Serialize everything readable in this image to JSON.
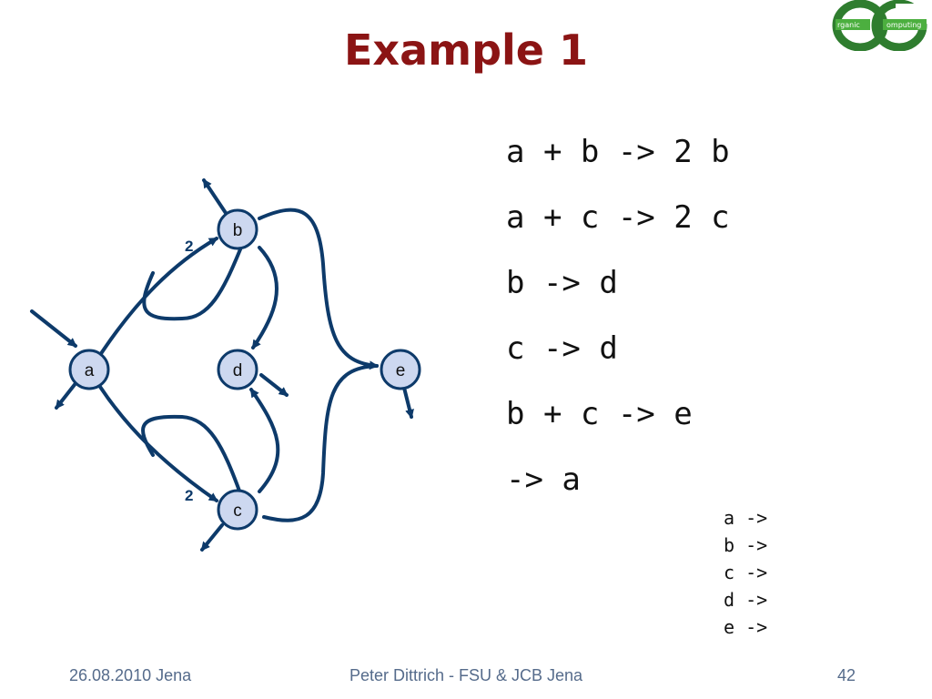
{
  "title": "Example 1",
  "logo": {
    "left": "rganic",
    "right": "omputing"
  },
  "colors": {
    "title": "#8b1414",
    "edge": "#0d3a6a",
    "node_fill": "#cdd8f0",
    "footer": "#556b8b"
  },
  "diagram": {
    "nodes": [
      {
        "id": "a",
        "label": "a"
      },
      {
        "id": "b",
        "label": "b"
      },
      {
        "id": "c",
        "label": "c"
      },
      {
        "id": "d",
        "label": "d"
      },
      {
        "id": "e",
        "label": "e"
      }
    ],
    "stoichiometry_labels": [
      "2",
      "2"
    ]
  },
  "reactions": [
    "a + b -> 2 b",
    "a + c -> 2 c",
    "b -> d",
    "c -> d",
    "b + c -> e",
    "-> a"
  ],
  "decay_reactions": [
    "a ->",
    "b ->",
    "c ->",
    "d ->",
    "e ->"
  ],
  "footer": {
    "date": "26.08.2010 Jena",
    "author": "Peter Dittrich  - FSU & JCB Jena",
    "page": "42"
  }
}
